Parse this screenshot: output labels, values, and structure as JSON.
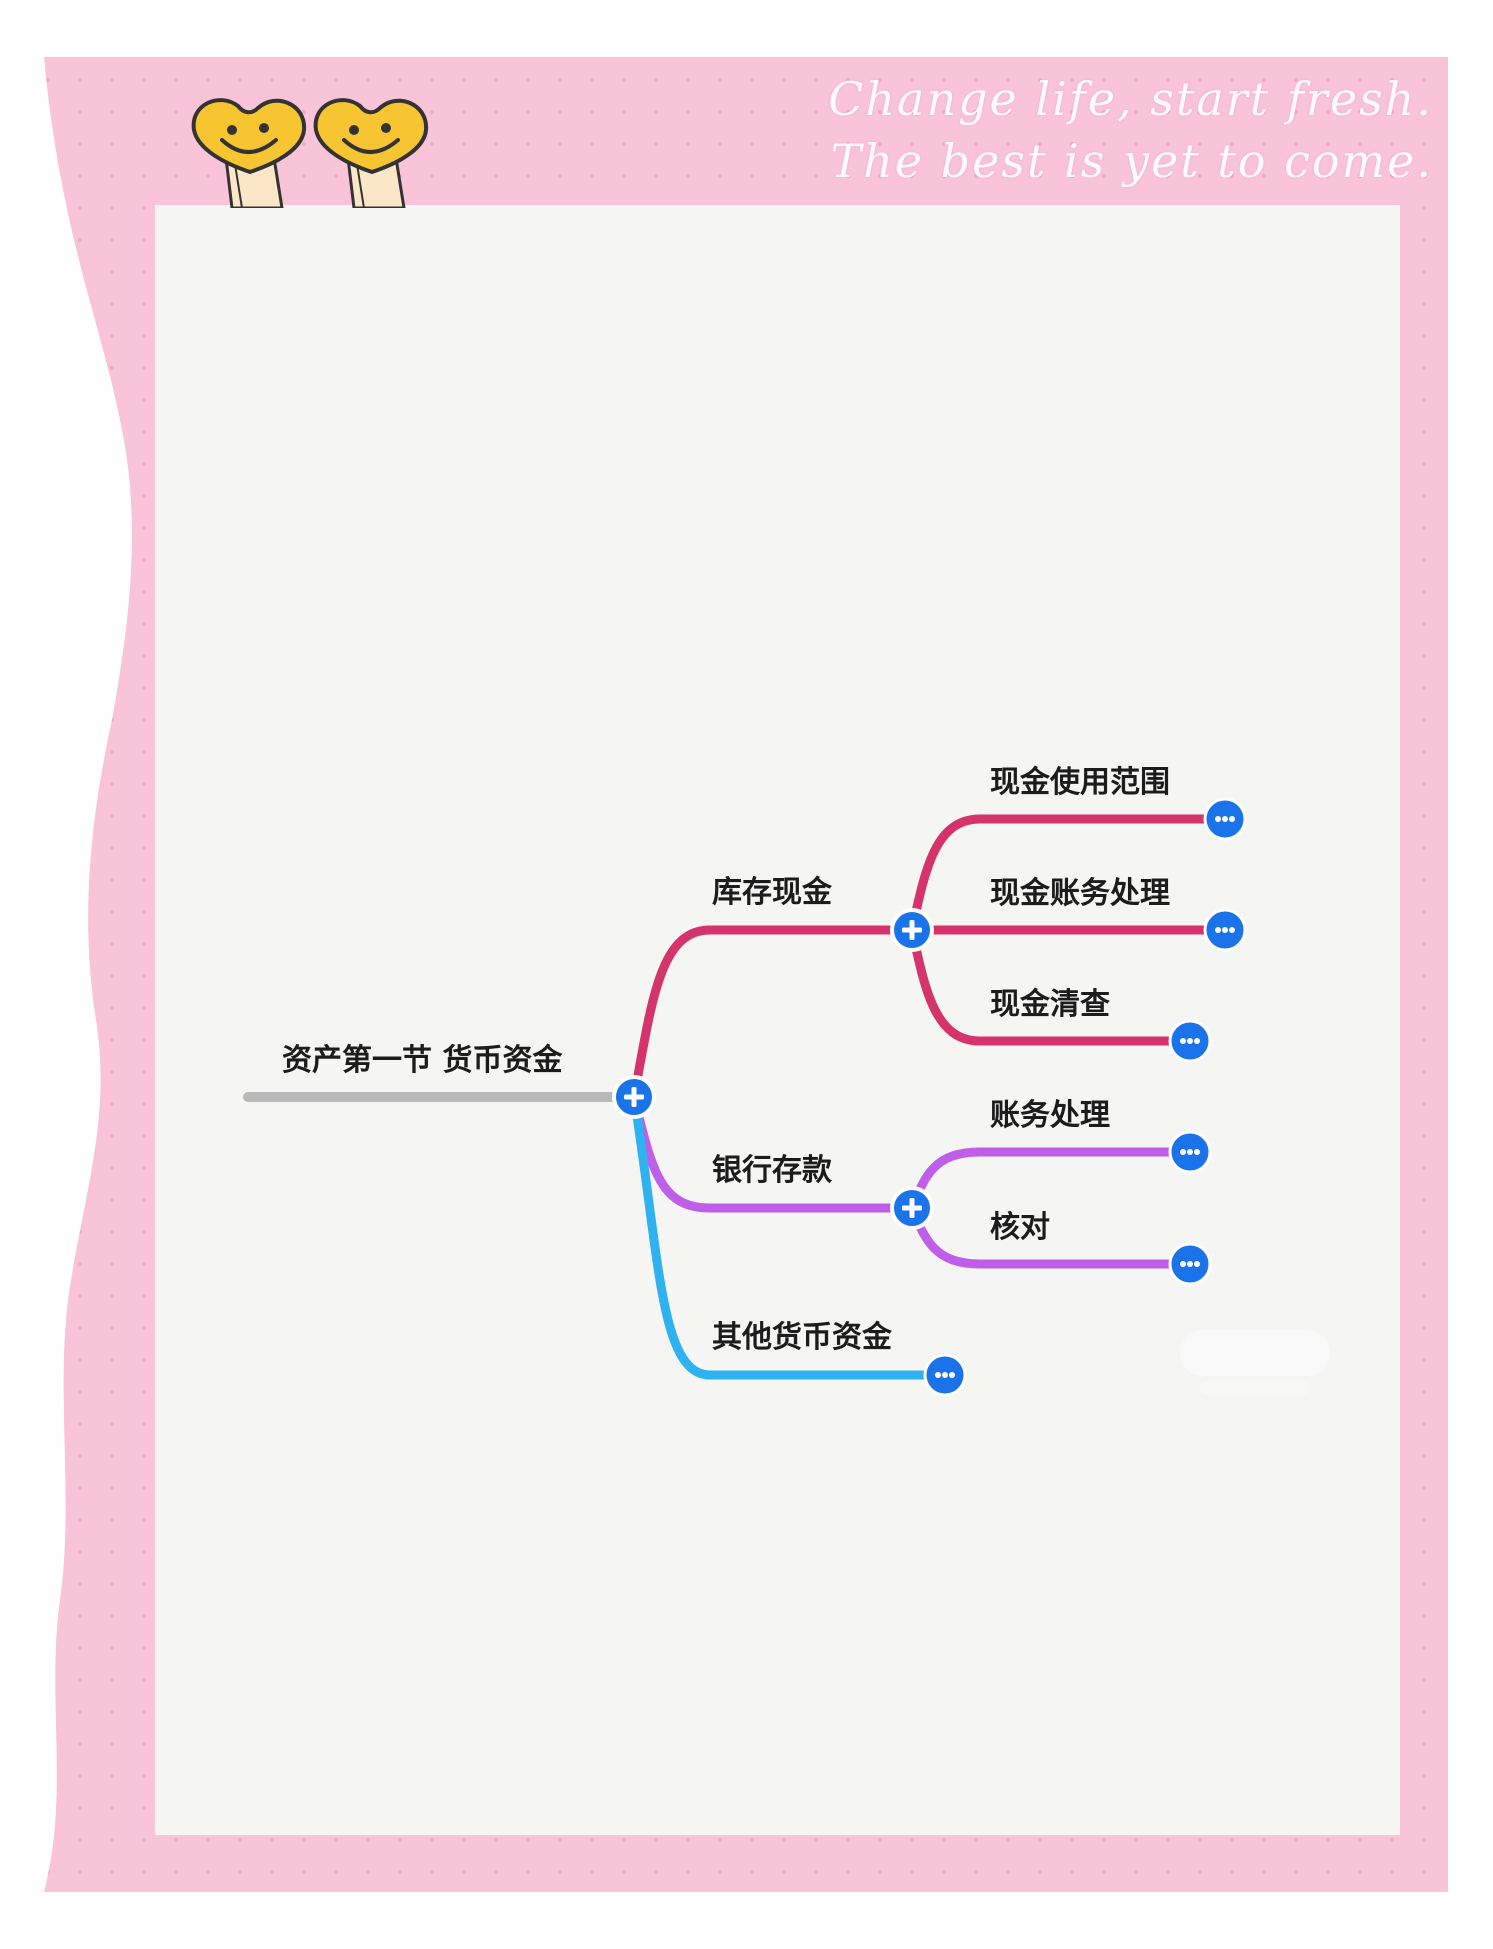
{
  "colors": {
    "frame_pink": "#f9c3d8",
    "frame_dot": "#f3a9c6",
    "canvas": "#f5f6f4",
    "root_line": "#b9b9b9",
    "branch_cash": "#d4336b",
    "branch_bank": "#bf5ee8",
    "branch_other": "#2fb2f0",
    "node_button": "#1a73e8"
  },
  "header": {
    "slogan_line1": "Change life, start fresh.",
    "slogan_line2": "The best is yet to come.",
    "decoration_icons": [
      "smiley-heart-icon",
      "smiley-heart-icon"
    ]
  },
  "mindmap": {
    "root": {
      "label": "资产第一节  货币资金",
      "expand_icon": "plus-icon",
      "children": [
        {
          "label": "库存现金",
          "color_key": "branch_cash",
          "expand_icon": "plus-icon",
          "children": [
            {
              "label": "现金使用范围",
              "collapse_icon": "more-dots-icon"
            },
            {
              "label": "现金账务处理",
              "collapse_icon": "more-dots-icon"
            },
            {
              "label": "现金清查",
              "collapse_icon": "more-dots-icon"
            }
          ]
        },
        {
          "label": "银行存款",
          "color_key": "branch_bank",
          "expand_icon": "plus-icon",
          "children": [
            {
              "label": "账务处理",
              "collapse_icon": "more-dots-icon"
            },
            {
              "label": "核对",
              "collapse_icon": "more-dots-icon"
            }
          ]
        },
        {
          "label": "其他货币资金",
          "color_key": "branch_other",
          "collapse_icon": "more-dots-icon",
          "children": []
        }
      ]
    }
  }
}
